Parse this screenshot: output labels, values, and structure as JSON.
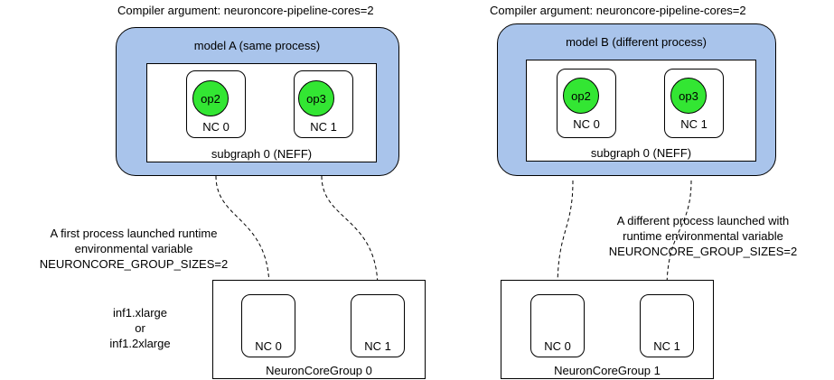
{
  "left": {
    "compiler_arg": "Compiler argument: neuroncore-pipeline-cores=2",
    "model_title": "model A (same process)",
    "op_a": "op2",
    "op_b": "op3",
    "nc_a": "NC 0",
    "nc_b": "NC 1",
    "subgraph_label": "subgraph 0 (NEFF)",
    "runtime_note": [
      "A first process launched runtime",
      "environmental variable",
      "NEURONCORE_GROUP_SIZES=2"
    ],
    "instance_types": [
      "inf1.xlarge",
      "or",
      "inf1.2xlarge"
    ],
    "group_nc_a": "NC 0",
    "group_nc_b": "NC 1",
    "group_label": "NeuronCoreGroup 0"
  },
  "right": {
    "compiler_arg": "Compiler argument: neuroncore-pipeline-cores=2",
    "model_title": "model B (different process)",
    "op_a": "op2",
    "op_b": "op3",
    "nc_a": "NC 0",
    "nc_b": "NC 1",
    "subgraph_label": "subgraph 0 (NEFF)",
    "runtime_note": [
      "A different process launched with",
      "runtime environmental variable",
      "NEURONCORE_GROUP_SIZES=2"
    ],
    "group_nc_a": "NC 0",
    "group_nc_b": "NC 1",
    "group_label": "NeuronCoreGroup 1"
  },
  "colors": {
    "model_fill": "#a9c4eb",
    "op_fill": "#33e633"
  }
}
